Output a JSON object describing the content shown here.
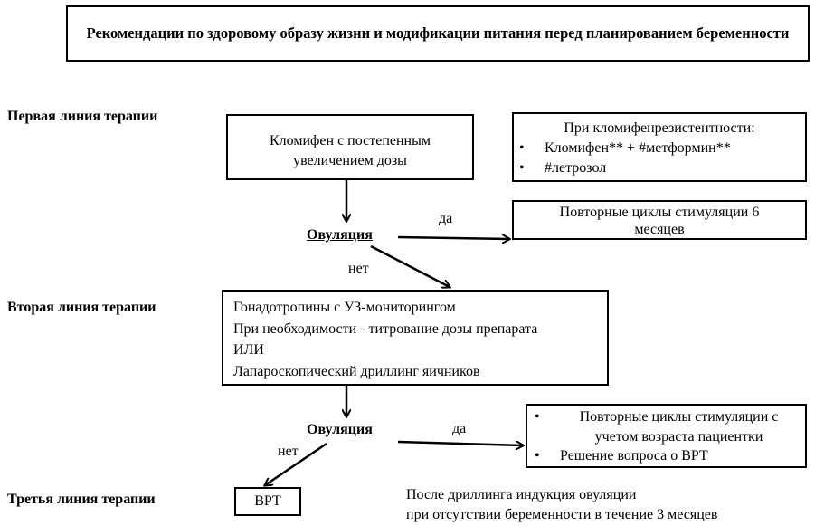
{
  "title": "Рекомендации по здоровому образу жизни и модификации питания перед планированием беременности",
  "lines": {
    "first": "Первая линия терапии",
    "second": "Вторая линия терапии",
    "third": "Третья линия терапии"
  },
  "clomiphene_box": {
    "line1": "Кломифен с постепенным",
    "line2": "увеличением дозы"
  },
  "resistance_box": {
    "heading": "При кломифенрезистентности:",
    "items": [
      "Кломифен** + #метформин**",
      "#летрозол"
    ]
  },
  "ovulation_label": "Овуляция",
  "yes_label": "да",
  "no_label": "нет",
  "repeat_box_1": {
    "line1": "Повторные циклы стимуляции 6",
    "line2": "месяцев"
  },
  "second_line_box": {
    "lines": [
      "Гонадотропины с УЗ-мониторингом",
      "При необходимости - титрование дозы препарата",
      "ИЛИ",
      "Лапароскопический дриллинг яичников"
    ]
  },
  "repeat_box_2": {
    "items": [
      "Повторные циклы стимуляции с учетом возраста пациентки",
      "Решение вопроса о ВРТ"
    ]
  },
  "vrt_box": "ВРТ",
  "footnote": {
    "line1": "После дриллинга индукция овуляции",
    "line2": "при отсутствии беременности в течение 3 месяцев"
  }
}
